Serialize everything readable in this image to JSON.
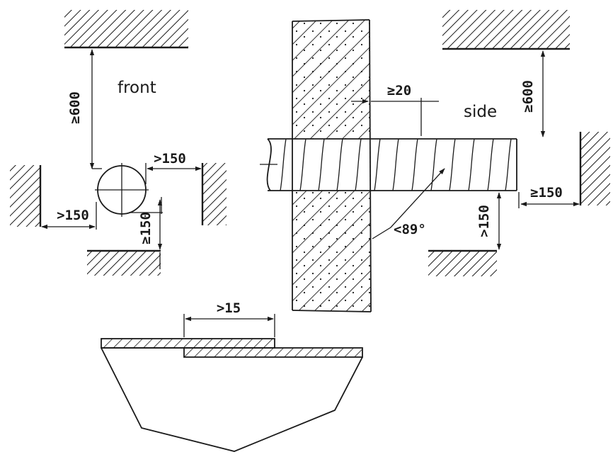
{
  "labels": {
    "front": "front",
    "side": "side"
  },
  "dimensions": {
    "front_top": "≥600",
    "front_right": ">150",
    "front_left": ">150",
    "front_bottom": "≥150",
    "side_pipe_gap": "≥20",
    "side_top": "≥600",
    "side_right": "≥150",
    "side_bottom": ">150",
    "side_angle": "<89°",
    "overlap": ">15"
  },
  "colors": {
    "line": "#1a1a1a",
    "background": "#ffffff"
  }
}
